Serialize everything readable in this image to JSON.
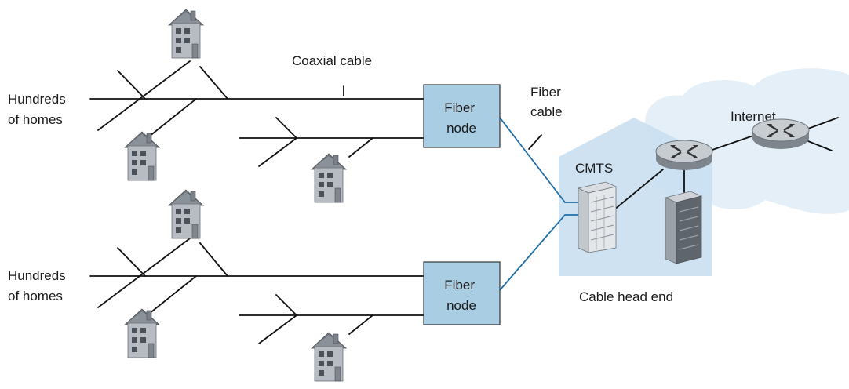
{
  "labels": {
    "hundreds_top": [
      "Hundreds",
      "of homes"
    ],
    "hundreds_bottom": [
      "Hundreds",
      "of homes"
    ],
    "coaxial_cable": "Coaxial cable",
    "fiber_cable": [
      "Fiber",
      "cable"
    ],
    "fiber_node_top": [
      "Fiber",
      "node"
    ],
    "fiber_node_bottom": [
      "Fiber",
      "node"
    ],
    "cmts": "CMTS",
    "cable_head_end": "Cable head end",
    "internet": "Internet"
  },
  "colors": {
    "fiber_node_fill": "#a9cde3",
    "fiber_line": "#1f6fa8",
    "headend_fill": "#c9dff0",
    "cloud_fill": "#e3eef7",
    "house_body": "#b7bcc2",
    "house_roof": "#6d747c"
  },
  "icons": [
    "house-icon",
    "router-icon",
    "server-icon",
    "cmts-rack-icon"
  ]
}
